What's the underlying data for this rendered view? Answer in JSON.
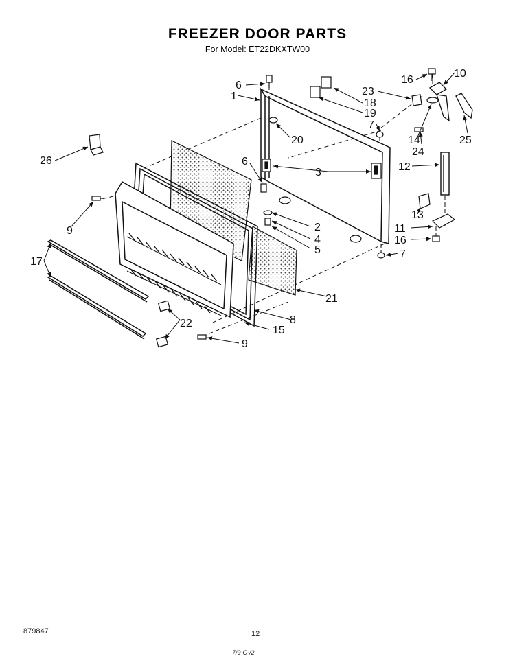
{
  "title": "FREEZER DOOR PARTS",
  "subtitle": "For Model: ET22DKXTW00",
  "footer": {
    "doc_code": "879847",
    "page_number": "12",
    "date_code": "7/9-C-/2"
  },
  "callouts": [
    {
      "id": "c-6a",
      "label": "6"
    },
    {
      "id": "c-1",
      "label": "1"
    },
    {
      "id": "c-18",
      "label": "18"
    },
    {
      "id": "c-19",
      "label": "19"
    },
    {
      "id": "c-20",
      "label": "20"
    },
    {
      "id": "c-16a",
      "label": "16"
    },
    {
      "id": "c-10",
      "label": "10"
    },
    {
      "id": "c-23",
      "label": "23"
    },
    {
      "id": "c-7a",
      "label": "7"
    },
    {
      "id": "c-14",
      "label": "14"
    },
    {
      "id": "c-24",
      "label": "24"
    },
    {
      "id": "c-25",
      "label": "25"
    },
    {
      "id": "c-26",
      "label": "26"
    },
    {
      "id": "c-6b",
      "label": "6"
    },
    {
      "id": "c-3",
      "label": "3"
    },
    {
      "id": "c-12",
      "label": "12"
    },
    {
      "id": "c-9a",
      "label": "9"
    },
    {
      "id": "c-2",
      "label": "2"
    },
    {
      "id": "c-4",
      "label": "4"
    },
    {
      "id": "c-5",
      "label": "5"
    },
    {
      "id": "c-13",
      "label": "13"
    },
    {
      "id": "c-11",
      "label": "11"
    },
    {
      "id": "c-16b",
      "label": "16"
    },
    {
      "id": "c-7b",
      "label": "7"
    },
    {
      "id": "c-17",
      "label": "17"
    },
    {
      "id": "c-21",
      "label": "21"
    },
    {
      "id": "c-22",
      "label": "22"
    },
    {
      "id": "c-8",
      "label": "8"
    },
    {
      "id": "c-15",
      "label": "15"
    },
    {
      "id": "c-9b",
      "label": "9"
    }
  ]
}
